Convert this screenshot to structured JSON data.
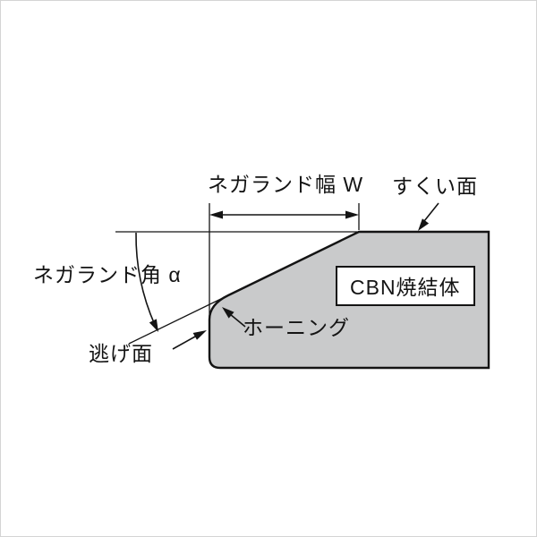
{
  "labels": {
    "land_width": "ネガランド幅 W",
    "rake_face": "すくい面",
    "land_angle": "ネガランド角 α",
    "cbn_body": "CBN焼結体",
    "honing": "ホーニング",
    "flank_face": "逃げ面"
  },
  "colors": {
    "background": "#ffffff",
    "body_fill": "#c9cacb",
    "line": "#141414",
    "label_box_fill": "#ffffff"
  }
}
